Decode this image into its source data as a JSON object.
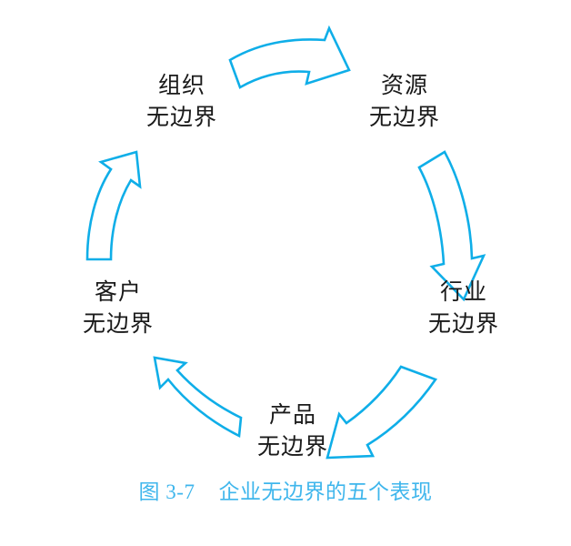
{
  "figure": {
    "caption_number": "图 3-7",
    "caption_title": "企业无边界的五个表现",
    "caption_color": "#3FB6EC",
    "arrow_color": "#0FAEE8",
    "label_color": "#1a1a1a",
    "background_color": "#ffffff",
    "diagram_type": "cycle"
  },
  "nodes": [
    {
      "id": "organization",
      "line1": "组织",
      "line2": "无边界",
      "position": "top-left"
    },
    {
      "id": "resource",
      "line1": "资源",
      "line2": "无边界",
      "position": "top-right"
    },
    {
      "id": "industry",
      "line1": "行业",
      "line2": "无边界",
      "position": "right"
    },
    {
      "id": "product",
      "line1": "产品",
      "line2": "无边界",
      "position": "bottom"
    },
    {
      "id": "customer",
      "line1": "客户",
      "line2": "无边界",
      "position": "left"
    }
  ],
  "arrows": [
    {
      "id": "arrow-organization-to-resource",
      "from": "organization",
      "to": "resource",
      "direction": "right"
    },
    {
      "id": "arrow-resource-to-industry",
      "from": "resource",
      "to": "industry",
      "direction": "down"
    },
    {
      "id": "arrow-industry-to-product",
      "from": "industry",
      "to": "product",
      "direction": "down-left"
    },
    {
      "id": "arrow-product-to-customer",
      "from": "product",
      "to": "customer",
      "direction": "up-left"
    },
    {
      "id": "arrow-customer-to-organization",
      "from": "customer",
      "to": "organization",
      "direction": "up"
    }
  ]
}
